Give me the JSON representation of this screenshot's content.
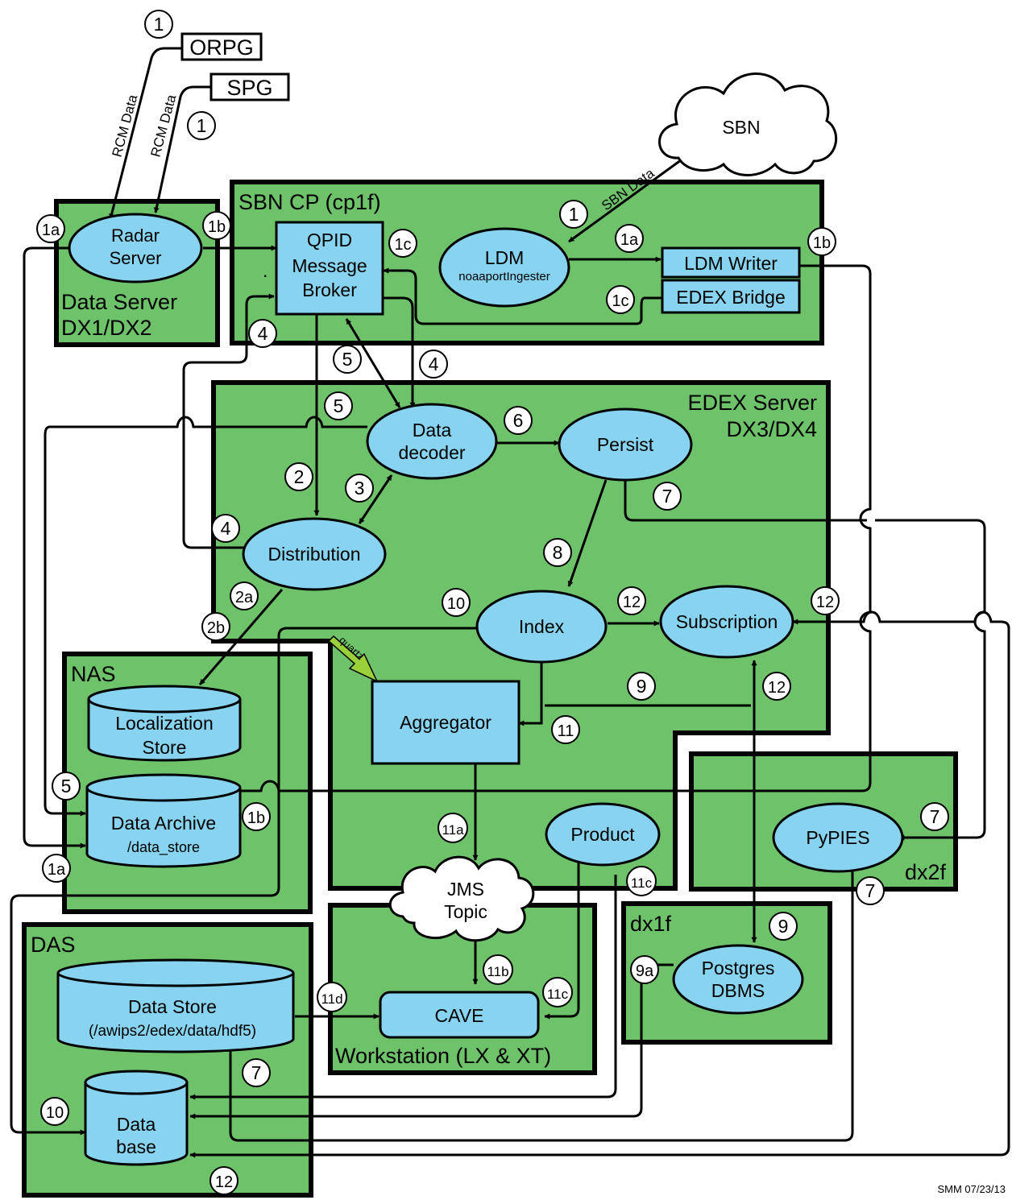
{
  "sources": {
    "orpg": "ORPG",
    "spg": "SPG",
    "rcm_data": "RCM Data",
    "sbn": "SBN",
    "sbn_data": "SBN Data"
  },
  "panels": {
    "data_server": {
      "line1": "Data Server",
      "line2": "DX1/DX2"
    },
    "sbn_cp": "SBN CP (cp1f)",
    "edex": {
      "line1": "EDEX Server",
      "line2": "DX3/DX4"
    },
    "nas": "NAS",
    "das": "DAS",
    "dx2f": "dx2f",
    "dx1f": "dx1f",
    "workstation": "Workstation (LX & XT)"
  },
  "nodes": {
    "radar_server": [
      "Radar",
      "Server"
    ],
    "qpid": [
      "QPID",
      "Message",
      "Broker"
    ],
    "qpid_dot": ".",
    "ldm": {
      "name": "LDM",
      "sub": "noaaportIngester"
    },
    "ldm_writer": "LDM Writer",
    "edex_bridge": "EDEX Bridge",
    "data_decoder": [
      "Data",
      "decoder"
    ],
    "persist": "Persist",
    "distribution": "Distribution",
    "index": "Index",
    "subscription": "Subscription",
    "aggregator": "Aggregator",
    "quartz": "quartz",
    "localization_store": [
      "Localization",
      "Store"
    ],
    "data_archive": {
      "name": "Data Archive",
      "path": "/data_store"
    },
    "product": "Product",
    "pypies": "PyPIES",
    "jms_topic": [
      "JMS",
      "Topic"
    ],
    "cave": "CAVE",
    "postgres": [
      "Postgres",
      "DBMS"
    ],
    "data_store": {
      "name": "Data Store",
      "path": "(/awips2/edex/data/hdf5)"
    },
    "database": [
      "Data",
      "base"
    ]
  },
  "steps": [
    {
      "label": "1",
      "key": "orpg"
    },
    {
      "label": "1",
      "key": "spg"
    },
    {
      "label": "1a",
      "key": "radar-in"
    },
    {
      "label": "1b",
      "key": "radar-out"
    },
    {
      "label": "1c",
      "key": "qpid-in"
    },
    {
      "label": "1",
      "key": "sbn"
    },
    {
      "label": "1a",
      "key": "ldm-writer"
    },
    {
      "label": "1b",
      "key": "ldm-writer-out"
    },
    {
      "label": "1c",
      "key": "edex-bridge"
    },
    {
      "label": "4",
      "key": "qpid-left"
    },
    {
      "label": "5",
      "key": "qpid-decoder"
    },
    {
      "label": "4",
      "key": "qpid-decoder-2"
    },
    {
      "label": "5",
      "key": "archive-decoder"
    },
    {
      "label": "6",
      "key": "decoder-persist"
    },
    {
      "label": "2",
      "key": "qpid-distribution"
    },
    {
      "label": "3",
      "key": "distribution-decoder"
    },
    {
      "label": "7",
      "key": "persist-pypies"
    },
    {
      "label": "4",
      "key": "distribution-left"
    },
    {
      "label": "8",
      "key": "persist-index"
    },
    {
      "label": "2a",
      "key": "distribution-nas"
    },
    {
      "label": "2b",
      "key": "distribution-nas-2"
    },
    {
      "label": "10",
      "key": "index-database"
    },
    {
      "label": "12",
      "key": "index-subscription"
    },
    {
      "label": "12",
      "key": "pypies-subscription"
    },
    {
      "label": "9",
      "key": "index-postgres"
    },
    {
      "label": "12",
      "key": "postgres-subscription"
    },
    {
      "label": "11",
      "key": "index-aggregator"
    },
    {
      "label": "5",
      "key": "archive-in"
    },
    {
      "label": "1b",
      "key": "archive-in-2"
    },
    {
      "label": "1a",
      "key": "archive-in-3"
    },
    {
      "label": "7",
      "key": "pypies-in"
    },
    {
      "label": "11a",
      "key": "aggregator-jms"
    },
    {
      "label": "11c",
      "key": "product-cave"
    },
    {
      "label": "7",
      "key": "pypies-datastore"
    },
    {
      "label": "9",
      "key": "postgres-in"
    },
    {
      "label": "9a",
      "key": "postgres-database"
    },
    {
      "label": "11b",
      "key": "jms-cave"
    },
    {
      "label": "11c",
      "key": "cave-product"
    },
    {
      "label": "11d",
      "key": "datastore-cave"
    },
    {
      "label": "7",
      "key": "datastore-in"
    },
    {
      "label": "10",
      "key": "database-in"
    },
    {
      "label": "12",
      "key": "database-in-2"
    }
  ],
  "footer": "SMM 07/23/13"
}
